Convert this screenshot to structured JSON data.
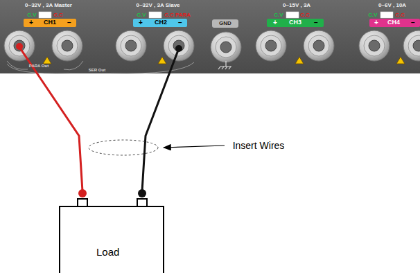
{
  "diagram": {
    "nodes": [
      {
        "text": [
          "Load"
        ]
      }
    ],
    "labels": [
      "0~32V , 3A Master",
      "C.V",
      "C.C",
      "+",
      "CH1",
      "−",
      "0~32V , 3A Slave",
      "C.V",
      "C.C PARA",
      "+",
      "CH2",
      "−",
      "GND",
      "0~15V , 3A",
      "C.V",
      "C.C",
      "+",
      "CH3",
      "−",
      "0~6V , 10A",
      "C.V",
      "C.C",
      "+",
      "CH4",
      "−",
      "PARA Out",
      "SER Out",
      "Insert Wires",
      "+",
      "−"
    ]
  }
}
